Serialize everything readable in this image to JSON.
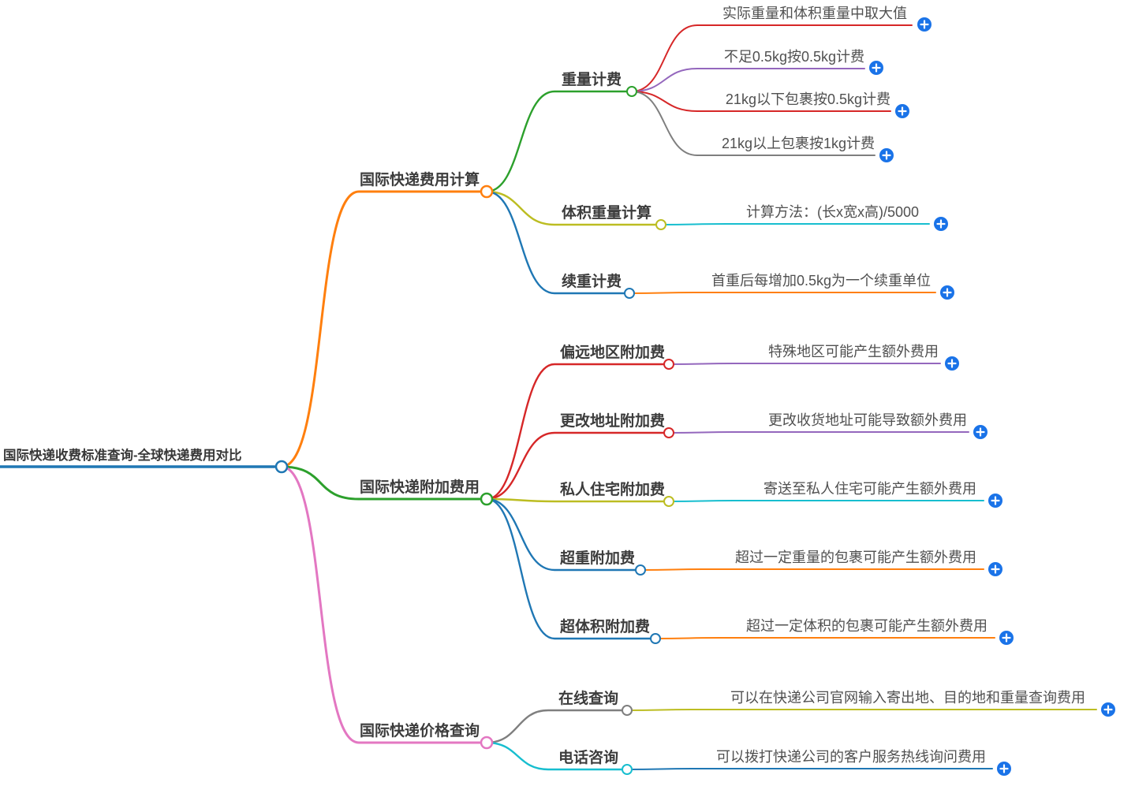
{
  "palette": {
    "blue": "#1f77b4",
    "orange": "#ff7f0e",
    "green": "#2ca02c",
    "red": "#d62728",
    "purple": "#9467bd",
    "pink": "#e377c2",
    "gray": "#7f7f7f",
    "olive": "#bcbd22",
    "cyan": "#17becf",
    "node_text": "#3c3c3c",
    "leaf_text": "#505050"
  },
  "expand_button": {
    "color": "#1a73e8",
    "symbol": "+"
  },
  "root": {
    "label": "国际快递收费标准查询-全球快递费用对比",
    "color": "#1f77b4"
  },
  "branches": [
    {
      "label": "国际快递费用计算",
      "color": "#ff7f0e",
      "children": [
        {
          "label": "重量计费",
          "color": "#2ca02c",
          "leaves": [
            {
              "text": "实际重量和体积重量中取大值",
              "color": "#d62728"
            },
            {
              "text": "不足0.5kg按0.5kg计费",
              "color": "#9467bd"
            },
            {
              "text": "21kg以下包裹按0.5kg计费",
              "color": "#d62728"
            },
            {
              "text": "21kg以上包裹按1kg计费",
              "color": "#7f7f7f"
            }
          ]
        },
        {
          "label": "体积重量计算",
          "color": "#bcbd22",
          "leaves": [
            {
              "text": "计算方法：(长x宽x高)/5000",
              "color": "#17becf"
            }
          ]
        },
        {
          "label": "续重计费",
          "color": "#1f77b4",
          "leaves": [
            {
              "text": "首重后每增加0.5kg为一个续重单位",
              "color": "#ff7f0e"
            }
          ]
        }
      ]
    },
    {
      "label": "国际快递附加费用",
      "color": "#2ca02c",
      "children": [
        {
          "label": "偏远地区附加费",
          "color": "#d62728",
          "leaves": [
            {
              "text": "特殊地区可能产生额外费用",
              "color": "#9467bd"
            }
          ]
        },
        {
          "label": "更改地址附加费",
          "color": "#d62728",
          "leaves": [
            {
              "text": "更改收货地址可能导致额外费用",
              "color": "#9467bd"
            }
          ]
        },
        {
          "label": "私人住宅附加费",
          "color": "#bcbd22",
          "leaves": [
            {
              "text": "寄送至私人住宅可能产生额外费用",
              "color": "#17becf"
            }
          ]
        },
        {
          "label": "超重附加费",
          "color": "#1f77b4",
          "leaves": [
            {
              "text": "超过一定重量的包裹可能产生额外费用",
              "color": "#ff7f0e"
            }
          ]
        },
        {
          "label": "超体积附加费",
          "color": "#1f77b4",
          "leaves": [
            {
              "text": "超过一定体积的包裹可能产生额外费用",
              "color": "#ff7f0e"
            }
          ]
        }
      ]
    },
    {
      "label": "国际快递价格查询",
      "color": "#e377c2",
      "children": [
        {
          "label": "在线查询",
          "color": "#7f7f7f",
          "leaves": [
            {
              "text": "可以在快递公司官网输入寄出地、目的地和重量查询费用",
              "color": "#bcbd22"
            }
          ]
        },
        {
          "label": "电话咨询",
          "color": "#17becf",
          "leaves": [
            {
              "text": "可以拨打快递公司的客户服务热线询问费用",
              "color": "#1f77b4"
            }
          ]
        }
      ]
    }
  ]
}
